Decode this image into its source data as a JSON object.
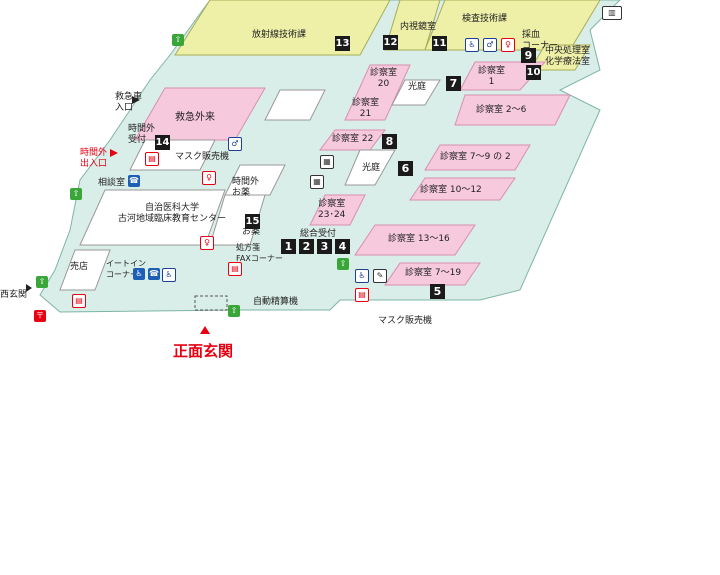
{
  "labels": {
    "radiology": "放射線技術課",
    "endoscopy": "内視鏡室",
    "lab_tech": "検査技術課",
    "blood_corner": "採血\nコーナー",
    "central_proc": "中央処理室\n化学療法室",
    "er_entrance": "救急車\n入口",
    "er": "救急外来",
    "after_hours_reception": "時間外\n受付",
    "after_hours_entrance": "時間外\n出入口",
    "mask_vending_top": "マスク販売機",
    "consult_room": "相談室",
    "medical_univ": "自治医科大学\n古河地域臨床教育センター",
    "shop": "売店",
    "eat_in": "イートイン\nコーナー",
    "west_entrance": "西玄関",
    "after_hours_meds": "時間外\nお薬",
    "prescription_fax": "処方箋\nFAXコーナー",
    "general_reception": "総合受付",
    "auto_payment": "自動精算機",
    "mask_vending_bottom": "マスク販売機",
    "main_entrance": "正面玄関",
    "courtyard": "光庭",
    "room_20": "診察室\n20",
    "room_21": "診察室\n21",
    "room_22": "診察室 22",
    "room_23_24": "診察室\n23･24",
    "room_1": "診察室\n1",
    "room_2_6": "診察室 2～6",
    "room_7_9_2": "診察室 7～9 の 2",
    "room_10_12": "診察室 10～12",
    "room_13_16": "診察室 13～16",
    "room_7_19": "診察室 7～19",
    "medicine": "お薬"
  },
  "badges": [
    "1",
    "2",
    "3",
    "4",
    "5",
    "6",
    "7",
    "8",
    "9",
    "10",
    "11",
    "12",
    "13",
    "14",
    "15"
  ],
  "icons": [
    "exit-icon",
    "wheelchair-icon",
    "toilet-male-icon",
    "toilet-female-icon",
    "vending-icon",
    "mailbox-icon",
    "phone-icon",
    "baby-icon",
    "stairs-icon",
    "elevator-icon"
  ],
  "colors": {
    "floor": "#d9eee8",
    "pink": "#f7c9dd",
    "yellow": "#eef0a8",
    "badge": "#1a1a1a",
    "red": "#e60012",
    "white": "#ffffff"
  }
}
